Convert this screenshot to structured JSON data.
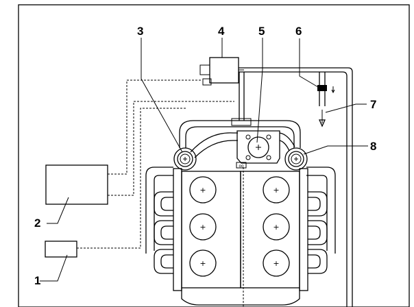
{
  "callouts": [
    {
      "id": "1",
      "label": "1"
    },
    {
      "id": "2",
      "label": "2"
    },
    {
      "id": "3",
      "label": "3"
    },
    {
      "id": "4",
      "label": "4"
    },
    {
      "id": "5",
      "label": "5"
    },
    {
      "id": "6",
      "label": "6"
    },
    {
      "id": "7",
      "label": "7"
    },
    {
      "id": "8",
      "label": "8"
    }
  ],
  "symbols": {
    "plus": "+",
    "sensor_mark": "oo"
  }
}
